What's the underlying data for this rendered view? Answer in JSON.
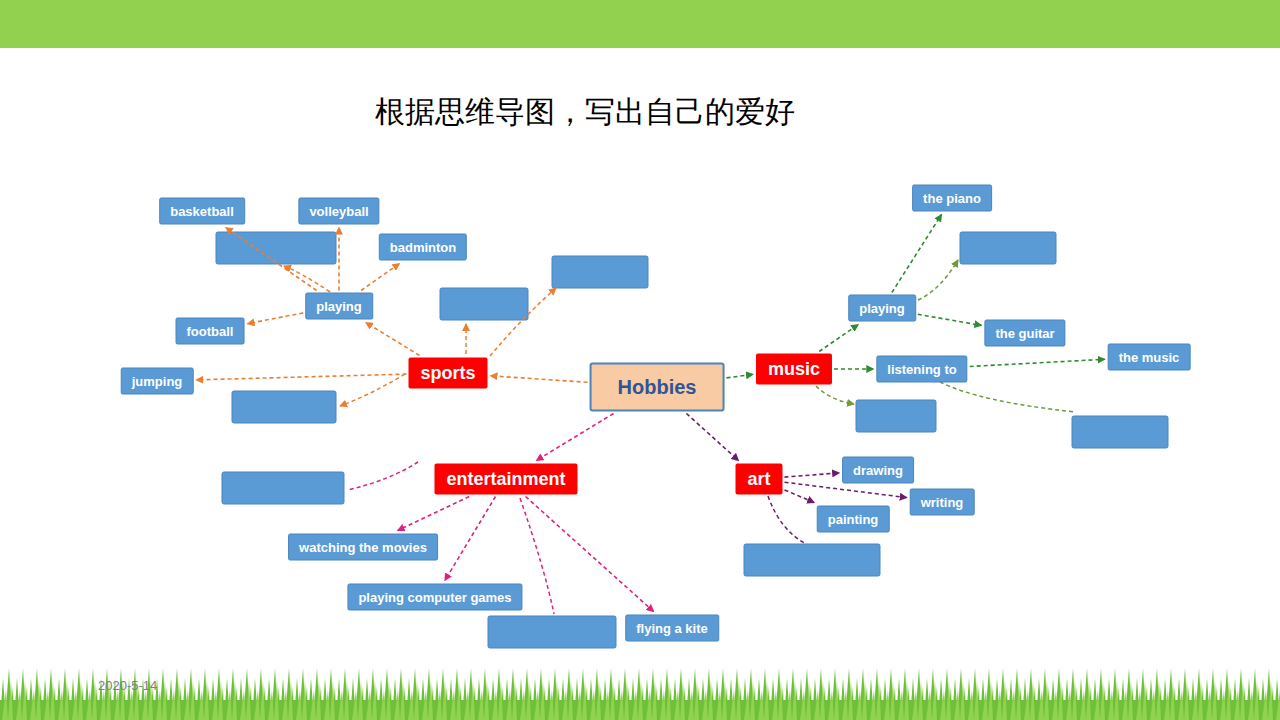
{
  "diagram": {
    "title": "根据思维导图，写出自己的爱好",
    "nodes": [
      {
        "text": [
          "Hobbies"
        ]
      },
      {
        "text": [
          "sports"
        ]
      },
      {
        "text": [
          "music"
        ]
      },
      {
        "text": [
          "entertainment"
        ]
      },
      {
        "text": [
          "art"
        ]
      },
      {
        "text": [
          "playing"
        ]
      },
      {
        "text": [
          "basketball"
        ]
      },
      {
        "text": [
          "volleyball"
        ]
      },
      {
        "text": [
          "badminton"
        ]
      },
      {
        "text": [
          "football"
        ]
      },
      {
        "text": [
          "jumping"
        ]
      },
      {
        "text": [
          "playing"
        ]
      },
      {
        "text": [
          "the piano"
        ]
      },
      {
        "text": [
          "the guitar"
        ]
      },
      {
        "text": [
          "listening to"
        ]
      },
      {
        "text": [
          "the music"
        ]
      },
      {
        "text": [
          "drawing"
        ]
      },
      {
        "text": [
          "writing"
        ]
      },
      {
        "text": [
          "painting"
        ]
      },
      {
        "text": [
          "watching the movies"
        ]
      },
      {
        "text": [
          "playing computer games"
        ]
      },
      {
        "text": [
          "flying a kite"
        ]
      }
    ],
    "edges": [
      {
        "from": 0,
        "to": 1,
        "arrow": "to"
      },
      {
        "from": 0,
        "to": 2,
        "arrow": "to"
      },
      {
        "from": 0,
        "to": 3,
        "arrow": "to"
      },
      {
        "from": 0,
        "to": 4,
        "arrow": "to"
      },
      {
        "from": 1,
        "to": 5,
        "arrow": "to"
      },
      {
        "from": 1,
        "to": 10,
        "arrow": "to"
      },
      {
        "from": 5,
        "to": 6,
        "arrow": "to"
      },
      {
        "from": 5,
        "to": 7,
        "arrow": "to"
      },
      {
        "from": 5,
        "to": 8,
        "arrow": "to"
      },
      {
        "from": 5,
        "to": 9,
        "arrow": "to"
      },
      {
        "from": 2,
        "to": 11,
        "arrow": "to"
      },
      {
        "from": 2,
        "to": 14,
        "arrow": "to"
      },
      {
        "from": 11,
        "to": 12,
        "arrow": "to"
      },
      {
        "from": 11,
        "to": 13,
        "arrow": "to"
      },
      {
        "from": 14,
        "to": 15,
        "arrow": "to"
      },
      {
        "from": 4,
        "to": 16,
        "arrow": "to"
      },
      {
        "from": 4,
        "to": 17,
        "arrow": "to"
      },
      {
        "from": 4,
        "to": 18,
        "arrow": "to"
      },
      {
        "from": 3,
        "to": 19,
        "arrow": "to"
      },
      {
        "from": 3,
        "to": 20,
        "arrow": "to"
      },
      {
        "from": 3,
        "to": 21,
        "arrow": "to"
      }
    ],
    "labels": [
      "2020-5-14"
    ]
  }
}
